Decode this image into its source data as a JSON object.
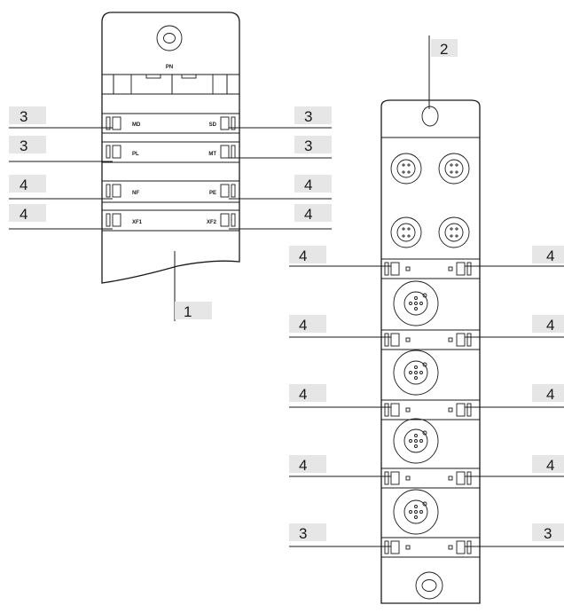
{
  "diagram": {
    "left_device": {
      "top_label": "PN",
      "led_rows": [
        {
          "left": "MD",
          "right": "SD",
          "left_callout": "3",
          "right_callout": "3"
        },
        {
          "left": "PL",
          "right": "MT",
          "left_callout": "3",
          "right_callout": "3"
        },
        {
          "left": "NF",
          "right": "PE",
          "left_callout": "4",
          "right_callout": "4"
        },
        {
          "left": "XF1",
          "right": "XF2",
          "left_callout": "4",
          "right_callout": "4"
        }
      ],
      "bottom_callout": "1"
    },
    "right_device": {
      "top_callout": "2",
      "led_rows": [
        {
          "left_callout": "4",
          "right_callout": "4"
        },
        {
          "left_callout": "4",
          "right_callout": "4"
        },
        {
          "left_callout": "4",
          "right_callout": "4"
        },
        {
          "left_callout": "4",
          "right_callout": "4"
        },
        {
          "left_callout": "3",
          "right_callout": "3"
        }
      ]
    }
  }
}
